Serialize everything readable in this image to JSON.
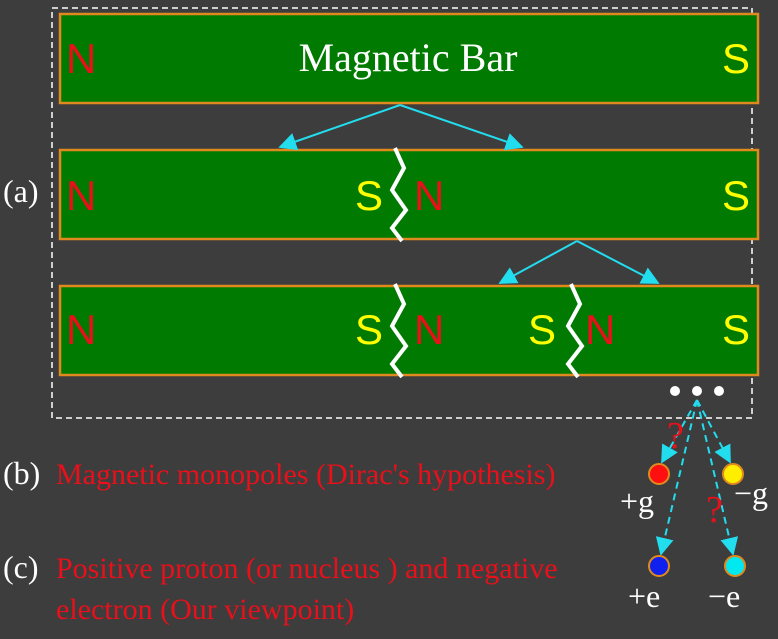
{
  "colors": {
    "background": "#3d3d3d",
    "bar_fill": "#007a00",
    "bar_stroke": "#e08a1e",
    "north_pole": "#e8101a",
    "south_pole": "#ffff00",
    "arrow": "#22ddee",
    "crack": "#ffffff",
    "caption_red": "#e8101a",
    "label_white": "#ffffff",
    "question_mark": "#e8101a",
    "monopole_plus_g": "#ff1010",
    "monopole_minus_g": "#ffee00",
    "proton": "#1020ee",
    "electron": "#00e8f0",
    "ball_stroke": "#e08a1e"
  },
  "labels": {
    "bar_title": "Magnetic Bar",
    "north": "N",
    "south": "S",
    "part_a": "(a)",
    "part_b": "(b)",
    "part_c": "(c)",
    "caption_b": "Magnetic monopoles (Dirac's  hypothesis)",
    "caption_c_line1": "Positive proton (or nucleus ) and negative",
    "caption_c_line2": "electron (Our viewpoint)",
    "question": "?",
    "plus_g": "+g",
    "minus_g": "−g",
    "plus_e": "+e",
    "minus_e": "−e"
  }
}
